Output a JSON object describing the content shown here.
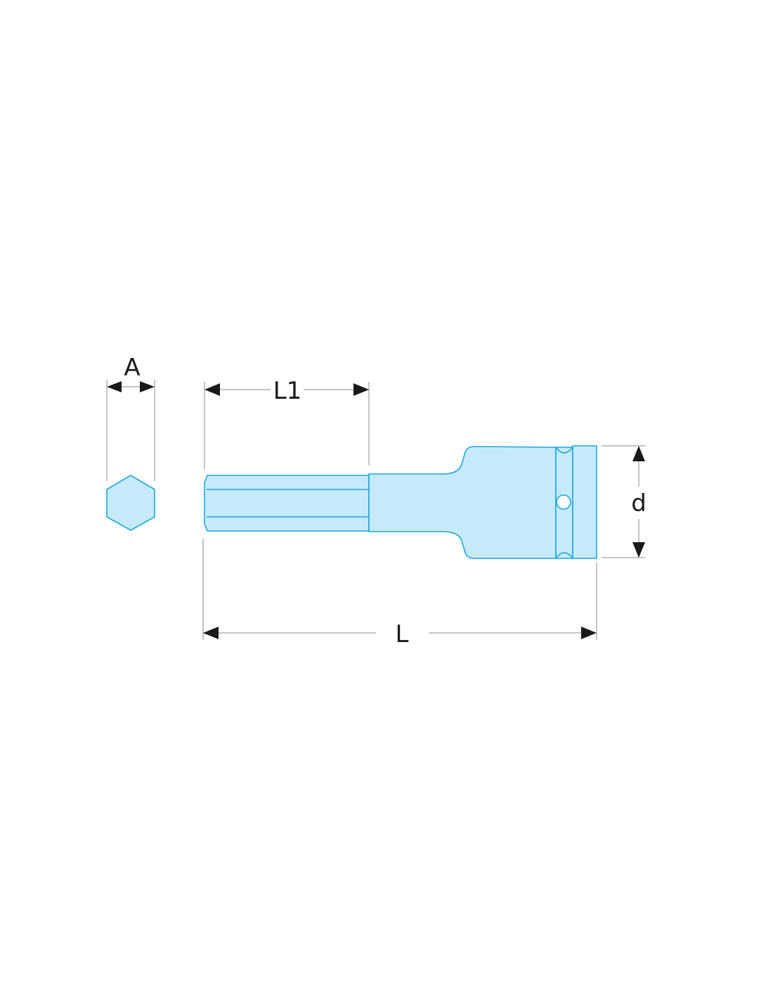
{
  "dimensions": {
    "hex_width_label": "A",
    "hex_length_label": "L1",
    "overall_length_label": "L",
    "drive_diameter_label": "d"
  },
  "colors": {
    "part_fill": "#c6eaf9",
    "part_outline": "#1ba8e0",
    "dimension_arrow": "#1a1a1a",
    "extension_line": "#8a8a8a"
  }
}
